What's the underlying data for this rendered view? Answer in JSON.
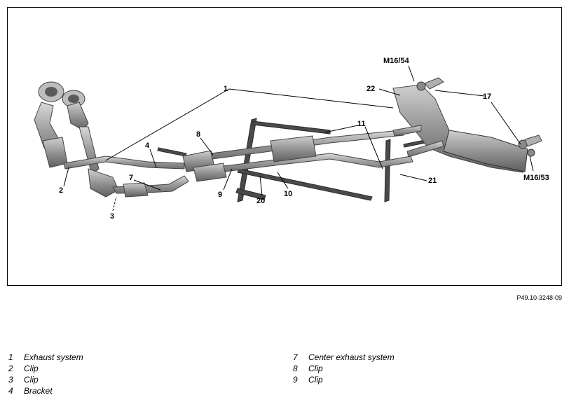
{
  "figure_id": "P49.10-3248-09",
  "callouts": {
    "c1": "1",
    "c2": "2",
    "c3": "3",
    "c4": "4",
    "c7": "7",
    "c8": "8",
    "c9": "9",
    "c10": "10",
    "c11": "11",
    "c17": "17",
    "c20": "20",
    "c21": "21",
    "c22": "22",
    "m1654": "M16/54",
    "m1653": "M16/53"
  },
  "legend_left": [
    {
      "num": "1",
      "label": "Exhaust system"
    },
    {
      "num": "2",
      "label": "Clip"
    },
    {
      "num": "3",
      "label": "Clip"
    },
    {
      "num": "4",
      "label": "Bracket"
    }
  ],
  "legend_right": [
    {
      "num": "7",
      "label": "Center exhaust system"
    },
    {
      "num": "8",
      "label": "Clip"
    },
    {
      "num": "9",
      "label": "Clip"
    }
  ]
}
